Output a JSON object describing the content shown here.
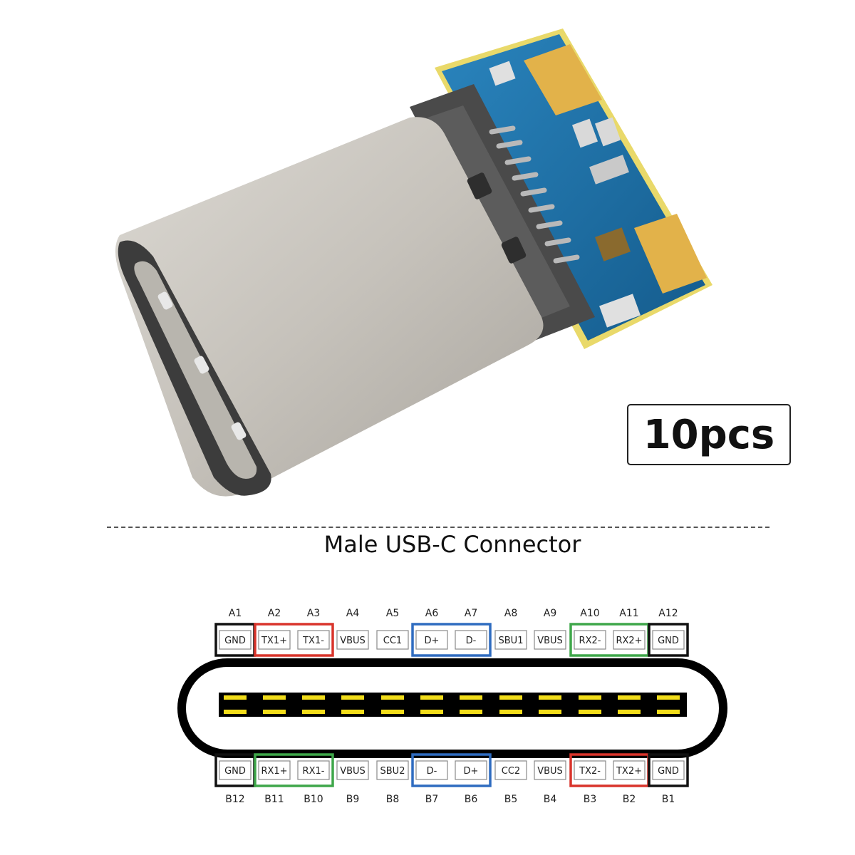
{
  "badge": {
    "quantity": "10pcs"
  },
  "caption": "Male USB-C Connector",
  "colors": {
    "gnd_group": "#111111",
    "red_group": "#d9342b",
    "blue_group": "#2f6cc0",
    "green_group": "#3fa74a",
    "contact_yellow": "#f2dd1a",
    "pcb_blue": "#1e6ea7",
    "gold_pad": "#e2b24a",
    "shell_metal": "#c9c6c0"
  },
  "pinout": {
    "top_row": {
      "numbers": [
        "A1",
        "A2",
        "A3",
        "A4",
        "A5",
        "A6",
        "A7",
        "A8",
        "A9",
        "A10",
        "A11",
        "A12"
      ],
      "labels": [
        "GND",
        "TX1+",
        "TX1-",
        "VBUS",
        "CC1",
        "D+",
        "D-",
        "SBU1",
        "VBUS",
        "RX2-",
        "RX2+",
        "GND"
      ],
      "groups": [
        {
          "start": 0,
          "end": 0,
          "color": "gnd_group"
        },
        {
          "start": 1,
          "end": 2,
          "color": "red_group"
        },
        {
          "start": 5,
          "end": 6,
          "color": "blue_group"
        },
        {
          "start": 9,
          "end": 10,
          "color": "green_group"
        },
        {
          "start": 11,
          "end": 11,
          "color": "gnd_group"
        }
      ]
    },
    "bottom_row": {
      "numbers": [
        "B12",
        "B11",
        "B10",
        "B9",
        "B8",
        "B7",
        "B6",
        "B5",
        "B4",
        "B3",
        "B2",
        "B1"
      ],
      "labels": [
        "GND",
        "RX1+",
        "RX1-",
        "VBUS",
        "SBU2",
        "D-",
        "D+",
        "CC2",
        "VBUS",
        "TX2-",
        "TX2+",
        "GND"
      ],
      "groups": [
        {
          "start": 0,
          "end": 0,
          "color": "gnd_group"
        },
        {
          "start": 1,
          "end": 2,
          "color": "green_group"
        },
        {
          "start": 5,
          "end": 6,
          "color": "blue_group"
        },
        {
          "start": 9,
          "end": 10,
          "color": "red_group"
        },
        {
          "start": 11,
          "end": 11,
          "color": "gnd_group"
        }
      ]
    }
  }
}
